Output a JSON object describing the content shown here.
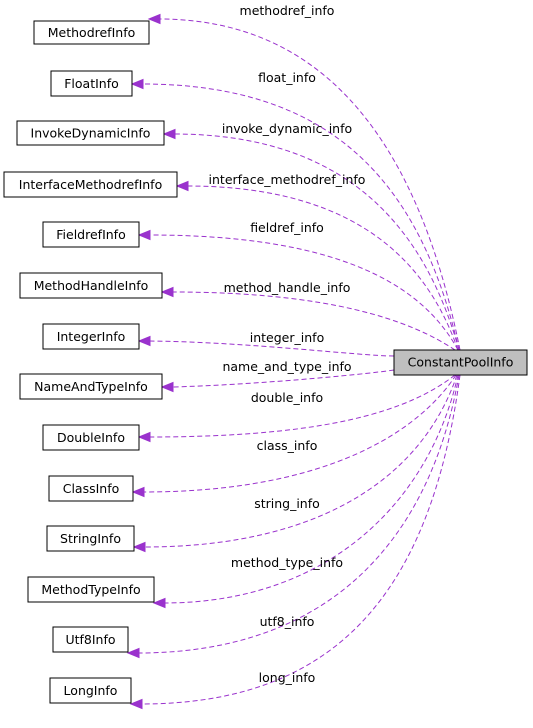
{
  "center": {
    "label": "ConstantPoolInfo"
  },
  "edges": [
    {
      "node": "MethodrefInfo",
      "label": "methodref_info"
    },
    {
      "node": "FloatInfo",
      "label": "float_info"
    },
    {
      "node": "InvokeDynamicInfo",
      "label": "invoke_dynamic_info"
    },
    {
      "node": "InterfaceMethodrefInfo",
      "label": "interface_methodref_info"
    },
    {
      "node": "FieldrefInfo",
      "label": "fieldref_info"
    },
    {
      "node": "MethodHandleInfo",
      "label": "method_handle_info"
    },
    {
      "node": "IntegerInfo",
      "label": "integer_info"
    },
    {
      "node": "NameAndTypeInfo",
      "label": "name_and_type_info"
    },
    {
      "node": "DoubleInfo",
      "label": "double_info"
    },
    {
      "node": "ClassInfo",
      "label": "class_info"
    },
    {
      "node": "StringInfo",
      "label": "string_info"
    },
    {
      "node": "MethodTypeInfo",
      "label": "method_type_info"
    },
    {
      "node": "Utf8Info",
      "label": "utf8_info"
    },
    {
      "node": "LongInfo",
      "label": "long_info"
    }
  ],
  "colors": {
    "edge": "#9a32cd",
    "center_fill": "#bfbfbf",
    "node_border": "#000000"
  }
}
